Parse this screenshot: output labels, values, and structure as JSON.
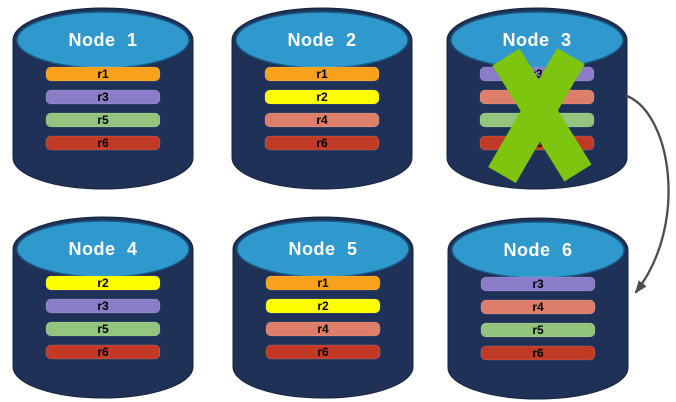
{
  "diagram": {
    "type": "database-cluster-replication",
    "failed_node": "Node 3",
    "failover_arrow": {
      "from": "Node 3",
      "to": "Node 6"
    },
    "icons": {
      "failure_x": "x-mark-icon",
      "failover_arrow": "curved-arrow-icon"
    }
  },
  "colors": {
    "background": "#FFFFFF",
    "cylinder_body": "#1F3157",
    "cylinder_top": "#2F99CE",
    "title_text": "#FFFFFF",
    "row_label_text": "#000000",
    "failure_x": "#7DC50E",
    "arrow": "#4D4D4D"
  },
  "nodes": [
    {
      "title": "Node 1",
      "failed": false,
      "rows": [
        {
          "label": "r1",
          "color": "#F9A11B"
        },
        {
          "label": "r3",
          "color": "#8B7CC8"
        },
        {
          "label": "r5",
          "color": "#93C47D"
        },
        {
          "label": "r6",
          "color": "#C03A26"
        }
      ]
    },
    {
      "title": "Node 2",
      "failed": false,
      "rows": [
        {
          "label": "r1",
          "color": "#F9A11B"
        },
        {
          "label": "r2",
          "color": "#FFFF00"
        },
        {
          "label": "r4",
          "color": "#DD7E6B"
        },
        {
          "label": "r6",
          "color": "#C03A26"
        }
      ]
    },
    {
      "title": "Node 3",
      "failed": true,
      "rows": [
        {
          "label": "r3",
          "color": "#8B7CC8"
        },
        {
          "label": "r4",
          "color": "#DD7E6B"
        },
        {
          "label": "r5",
          "color": "#93C47D"
        },
        {
          "label": "r6",
          "color": "#C03A26"
        }
      ]
    },
    {
      "title": "Node 4",
      "failed": false,
      "rows": [
        {
          "label": "r2",
          "color": "#FFFF00"
        },
        {
          "label": "r3",
          "color": "#8B7CC8"
        },
        {
          "label": "r5",
          "color": "#93C47D"
        },
        {
          "label": "r6",
          "color": "#C03A26"
        }
      ]
    },
    {
      "title": "Node 5",
      "failed": false,
      "rows": [
        {
          "label": "r1",
          "color": "#F9A11B"
        },
        {
          "label": "r2",
          "color": "#FFFF00"
        },
        {
          "label": "r4",
          "color": "#DD7E6B"
        },
        {
          "label": "r6",
          "color": "#C03A26"
        }
      ]
    },
    {
      "title": "Node 6",
      "failed": false,
      "rows": [
        {
          "label": "r3",
          "color": "#8B7CC8"
        },
        {
          "label": "r4",
          "color": "#DD7E6B"
        },
        {
          "label": "r5",
          "color": "#93C47D"
        },
        {
          "label": "r6",
          "color": "#C03A26"
        }
      ]
    }
  ]
}
